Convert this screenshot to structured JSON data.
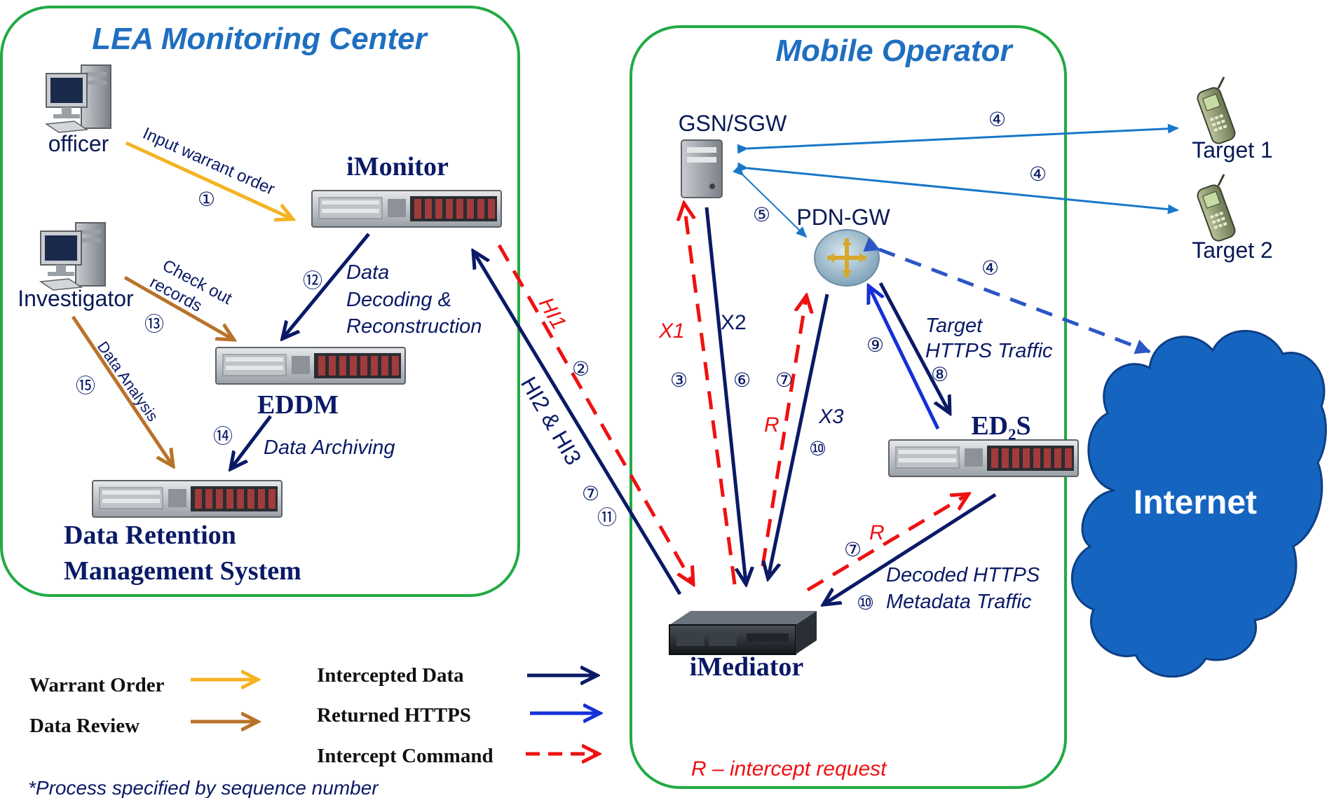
{
  "regions": {
    "lea": "LEA Monitoring Center",
    "operator": "Mobile Operator"
  },
  "nodes": {
    "officer": "officer",
    "investigator": "Investigator",
    "imonitor": "iMonitor",
    "eddm": "EDDM",
    "drms_line1": "Data Retention",
    "drms_line2": "Management System",
    "gsn": "GSN/SGW",
    "pdn": "PDN-GW",
    "ed2s": "ED₂S",
    "imediator": "iMediator",
    "target1": "Target 1",
    "target2": "Target 2",
    "internet": "Internet"
  },
  "edge_labels": {
    "input_warrant": "Input warrant order",
    "check_out_1": "Check out",
    "check_out_2": "records",
    "data_analysis": "Data Analysis",
    "decoding_1": "Data",
    "decoding_2": "Decoding &",
    "decoding_3": "Reconstruction",
    "archiving": "Data Archiving",
    "hi1": "HI1",
    "hi23": "HI2 & HI3",
    "x1": "X1",
    "x2": "X2",
    "x3": "X3",
    "r": "R",
    "target_https_1": "Target",
    "target_https_2": "HTTPS Traffic",
    "decoded_1": "Decoded HTTPS",
    "decoded_2": "Metadata Traffic"
  },
  "sequence_numbers": {
    "s1": "①",
    "s2": "②",
    "s3": "③",
    "s4": "④",
    "s5": "⑤",
    "s6": "⑥",
    "s7": "⑦",
    "s8": "⑧",
    "s9": "⑨",
    "s10": "⑩",
    "s11": "⑪",
    "s12": "⑫",
    "s13": "⑬",
    "s14": "⑭",
    "s15": "⑮"
  },
  "legend": {
    "warrant_order": "Warrant Order",
    "data_review": "Data Review",
    "intercepted_data": "Intercepted Data",
    "returned_https": "Returned HTTPS",
    "intercept_command": "Intercept Command",
    "r_note": "R – intercept request",
    "footnote": "*Process specified by sequence number"
  },
  "colors": {
    "region_border": "#22aa44",
    "title_blue": "#1f6fc0",
    "navy": "#0a1a66",
    "warrant_yellow": "#f5b323",
    "review_brown": "#b8732a",
    "intercept_red": "#ee1111",
    "returned_blue": "#1530d8",
    "link_blue": "#1877c8",
    "internet_blue": "#1565c0"
  }
}
